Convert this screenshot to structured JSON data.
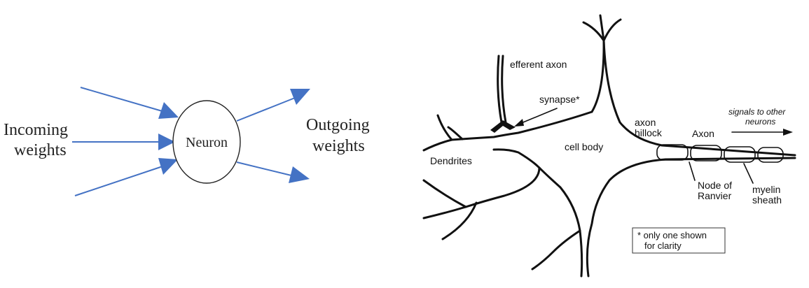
{
  "left_diagram": {
    "incoming_line1": "Incoming",
    "incoming_line2": "weights",
    "neuron": "Neuron",
    "outgoing_line1": "Outgoing",
    "outgoing_line2": "weights",
    "arrow_color": "#4472C4"
  },
  "right_diagram": {
    "efferent_axon": "efferent axon",
    "synapse": "synapse*",
    "cell_body": "cell body",
    "dendrites": "Dendrites",
    "axon_hillock_line1": "axon",
    "axon_hillock_line2": "hillock",
    "axon": "Axon",
    "signals_line1": "signals to other",
    "signals_line2": "neurons",
    "node_line1": "Node of",
    "node_line2": "Ranvier",
    "myelin_line1": "myelin",
    "myelin_line2": "sheath",
    "note_line1": "* only one shown",
    "note_line2": "for clarity"
  }
}
